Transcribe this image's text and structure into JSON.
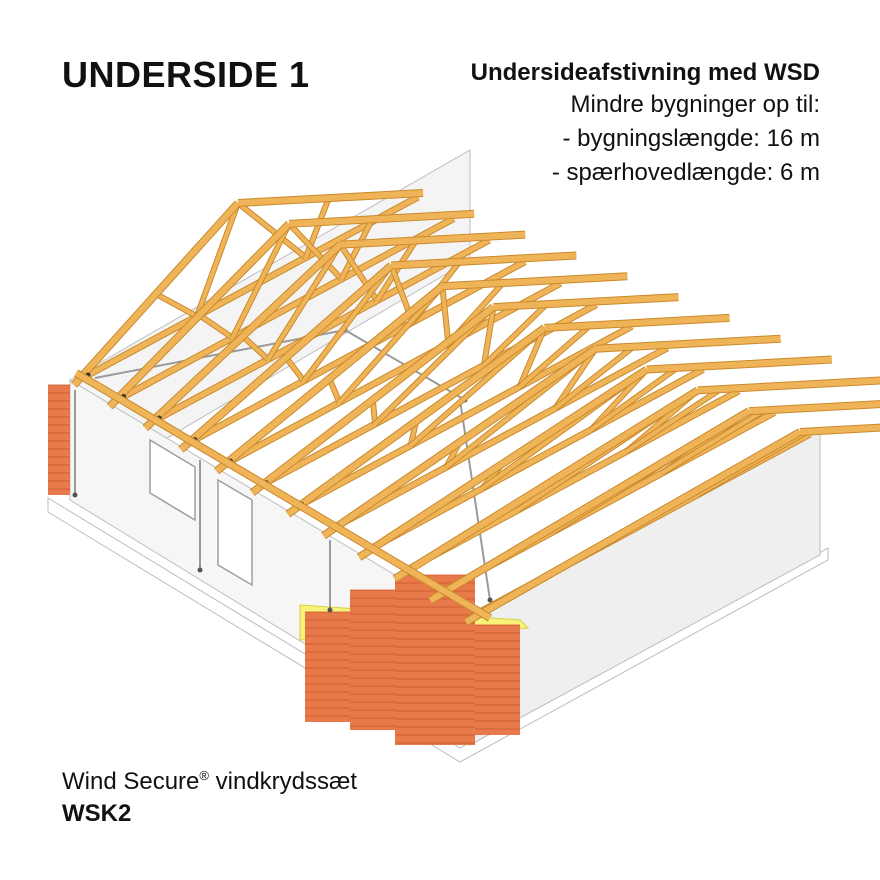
{
  "heading": "UNDERSIDE 1",
  "info": {
    "subtitle": "Undersideafstivning med WSD",
    "lines": [
      "Mindre bygninger op til:",
      "- bygningslængde: 16 m",
      "- spærhovedlængde: 6 m"
    ]
  },
  "product": {
    "name": "Wind Secure",
    "mark": "®",
    "name_suffix": " vindkrydssæt",
    "code": "WSK2"
  },
  "colors": {
    "timber": "#f0b458",
    "timber_edge": "#c98a2c",
    "brick": "#e8794a",
    "brick_joint": "#c9552a",
    "wall": "#f4f4f4",
    "wall_edge": "#bdbdbd",
    "insulation": "#f7f27a",
    "strap": "#9a9a9a"
  },
  "icons": {
    "truss": "roof-truss-icon",
    "strap": "diagonal-strap-icon",
    "brick": "brick-wall-icon"
  }
}
